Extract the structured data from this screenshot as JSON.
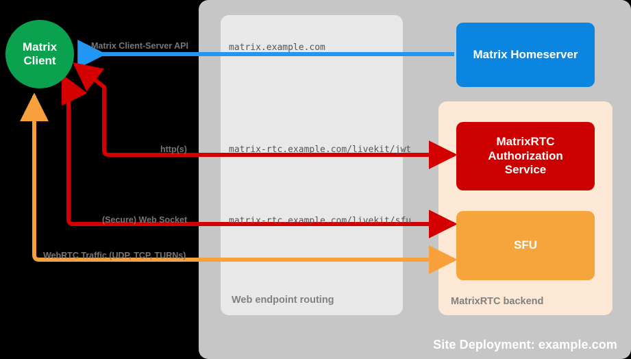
{
  "site": {
    "deployment_label": "Site Deployment: example.com",
    "web_endpoint_label": "Web endpoint routing",
    "matrixrtc_label": "MatrixRTC backend"
  },
  "nodes": {
    "client": {
      "line1": "Matrix",
      "line2": "Client"
    },
    "homeserver": {
      "label": "Matrix Homeserver"
    },
    "auth": {
      "line1": "MatrixRTC",
      "line2": "Authorization",
      "line3": "Service"
    },
    "sfu": {
      "label": "SFU"
    }
  },
  "edges": {
    "cs_api": {
      "protocol": "Matrix Client-Server API",
      "url": "matrix.example.com"
    },
    "jwt": {
      "protocol": "http(s)",
      "url": "matrix-rtc.example.com/livekit/jwt"
    },
    "sfu_ws": {
      "protocol": "(Secure) Web Socket",
      "url": "matrix-rtc.example.com/livekit/sfu"
    },
    "webrtc": {
      "protocol": "WebRTC Traffic (UDP, TCP, TURNs)"
    }
  },
  "colors": {
    "client_green": "#0aa14f",
    "homeserver_blue": "#0b86e0",
    "auth_red": "#cc0000",
    "sfu_orange": "#f6a53d",
    "site_grey": "#c6c6c6",
    "endpoint_grey": "#e8e8e8",
    "backend_peach": "#fce8d5"
  }
}
